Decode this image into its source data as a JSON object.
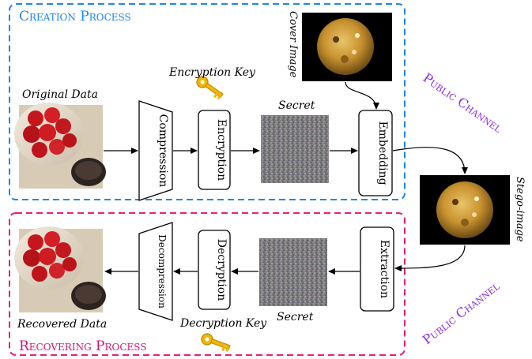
{
  "titles": {
    "creation": "Creation Process",
    "recovering": "Recovering Process",
    "public_channel_top": "Public Channel",
    "public_channel_bottom": "Public Channel"
  },
  "labels": {
    "original_data": "Original Data",
    "recovered_data": "Recovered Data",
    "encryption_key": "Encryption Key",
    "decryption_key": "Decryption Key",
    "secret_top": "Secret",
    "secret_bottom": "Secret",
    "cover_image": "Cover Image",
    "stego_image": "Stego-image"
  },
  "blocks": {
    "compression": "Compression",
    "encryption": "Encryption",
    "embedding": "Embedding",
    "extraction": "Extraction",
    "decryption": "Decryption",
    "decompression": "Decompression"
  },
  "colors": {
    "creation_border": "#1e88e5",
    "creation_title": "#1e88e5",
    "recovering_border": "#e91e7a",
    "recovering_title": "#d6127a",
    "public_channel": "#8a2be2",
    "key": "#f2b705"
  }
}
